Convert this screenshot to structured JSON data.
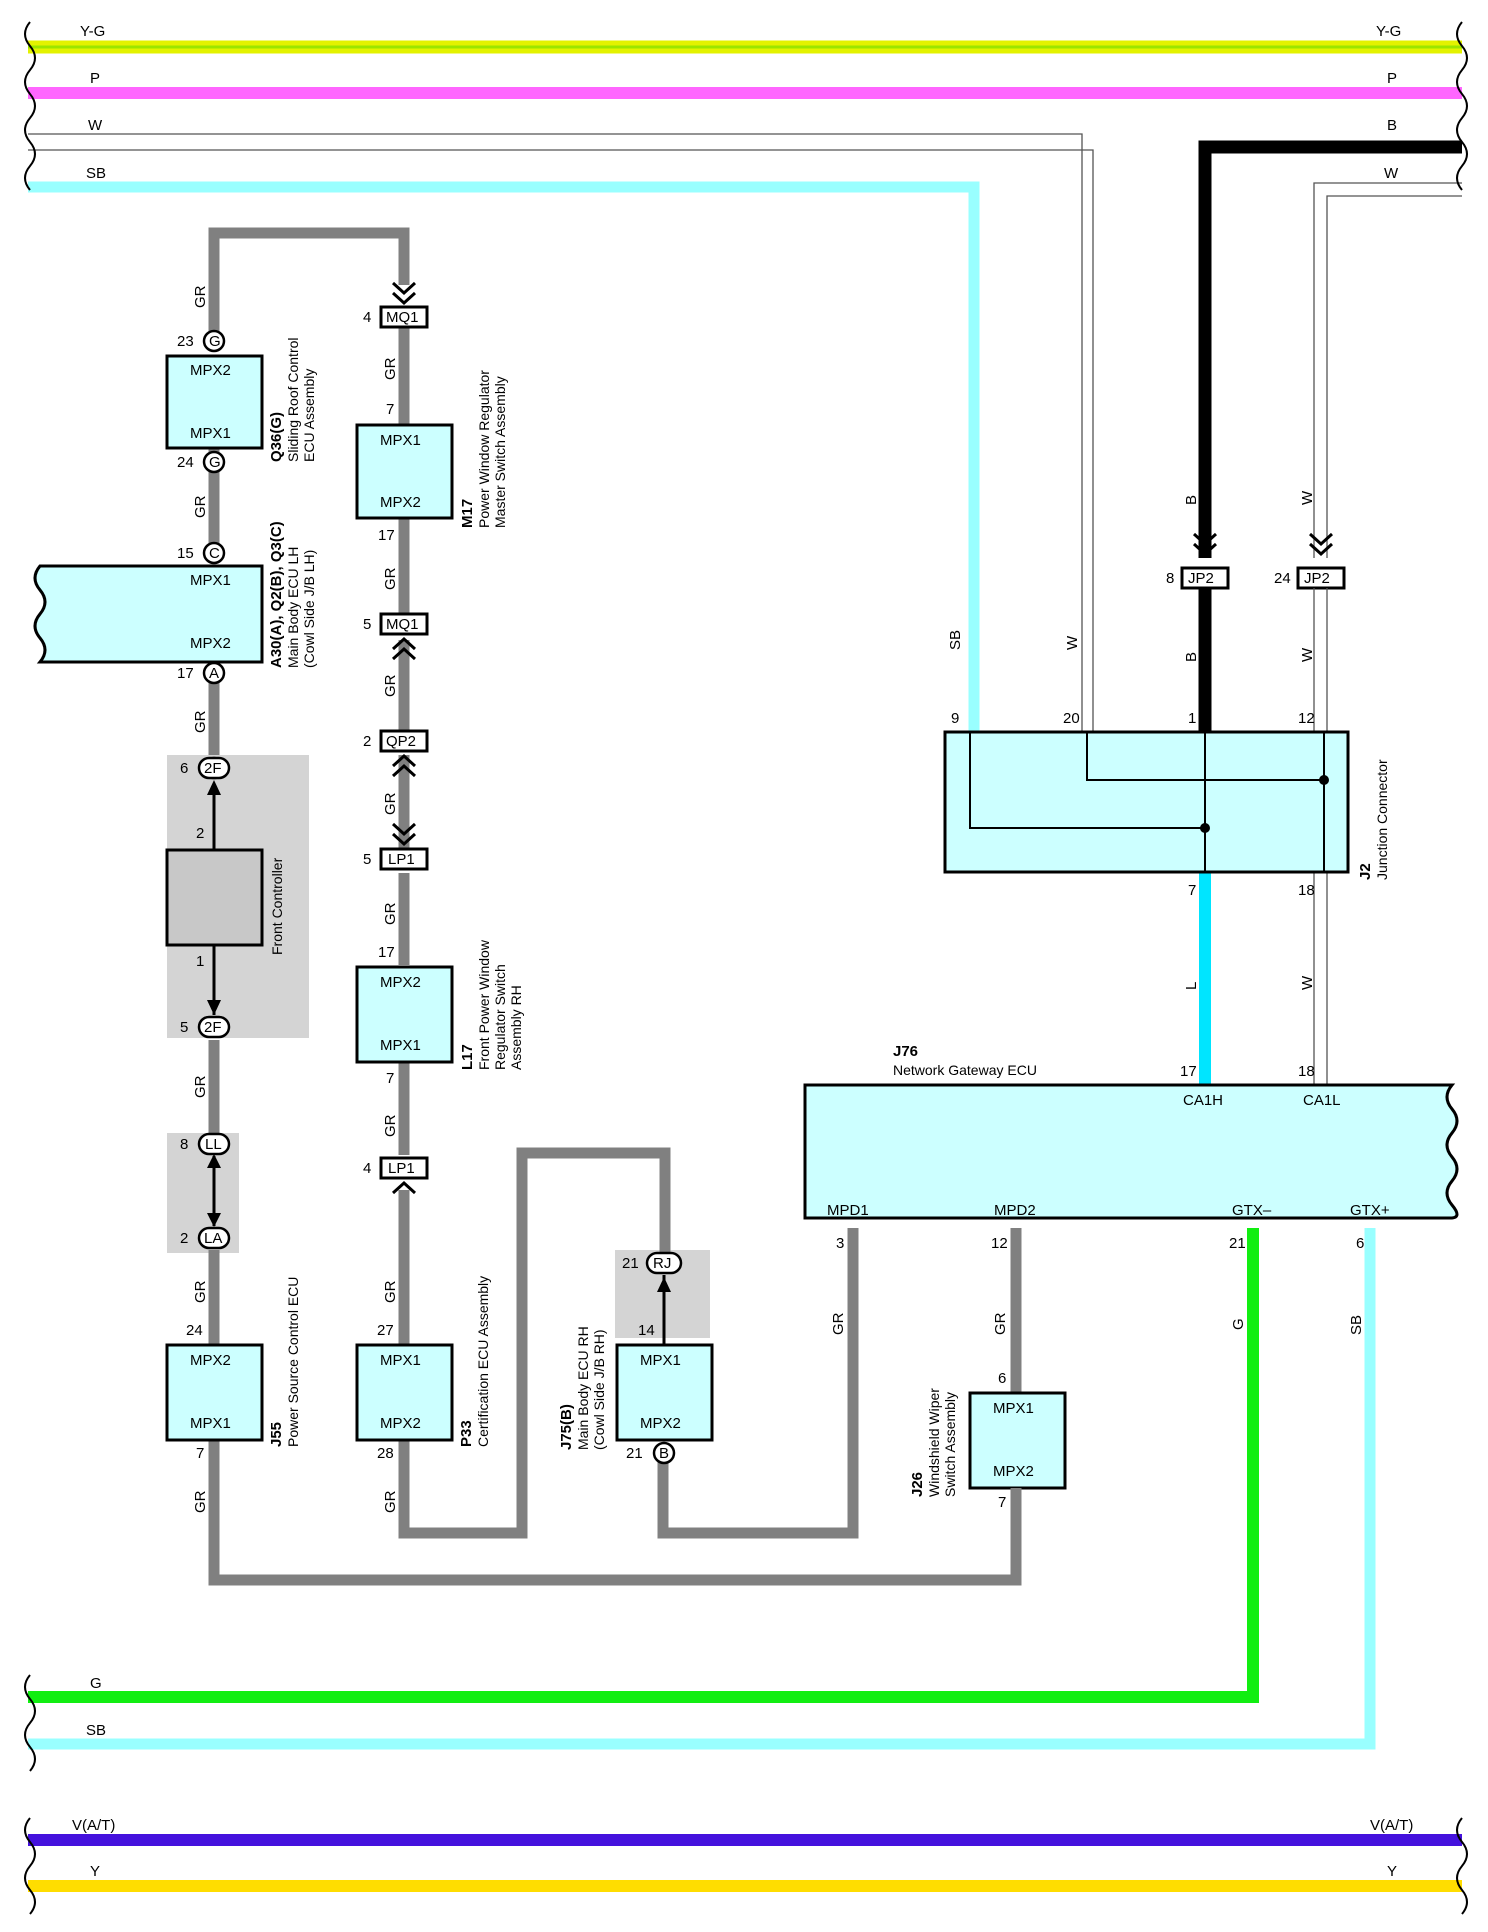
{
  "colors": {
    "Y-G_outer": "#e3f200",
    "Y-G_inner": "#9be500",
    "P": "#ff66ff",
    "W": "#ffffff",
    "SB": "#99ffff",
    "B": "#000000",
    "GR": "#808080",
    "L": "#00e5ff",
    "G": "#11ee11",
    "V": "#4411dd",
    "Y": "#ffdd00",
    "box_fill": "#ccffff",
    "front_controller_fill": "#c8c8c8",
    "shade": "#d4d4d4"
  },
  "bus_labels": {
    "yg": "Y-G",
    "p": "P",
    "w": "W",
    "sb": "SB",
    "b": "B",
    "w_right": "W",
    "g": "G",
    "sb_bottom": "SB",
    "v": "V(A/T)",
    "y": "Y"
  },
  "components": {
    "q36": {
      "code": "Q36(G)",
      "name_1": "Sliding Roof Control",
      "name_2": "ECU Assembly",
      "top_label": "MPX2",
      "bottom_label": "MPX1",
      "pin_top": "23",
      "pin_bottom": "24",
      "conn_top": "G",
      "conn_bottom": "G"
    },
    "a30": {
      "code": "A30(A), Q2(B), Q3(C)",
      "name_1": "Main Body ECU LH",
      "name_2": "(Cowl Side J/B LH)",
      "top_label": "MPX1",
      "bottom_label": "MPX2",
      "pin_top": "15",
      "pin_bottom": "17",
      "conn_top": "C",
      "conn_bottom": "A"
    },
    "front_controller": {
      "name": "Front Controller",
      "pin_top": "2",
      "pin_bottom": "1",
      "conn_top_pin": "6",
      "conn_top": "2F",
      "conn_bottom_pin": "5",
      "conn_bottom": "2F"
    },
    "ll_la": {
      "top_pin": "8",
      "top": "LL",
      "bottom_pin": "2",
      "bottom": "LA"
    },
    "j55": {
      "code": "J55",
      "name": "Power Source Control ECU",
      "top_label": "MPX2",
      "bottom_label": "MPX1",
      "pin_top": "24",
      "pin_bottom": "7"
    },
    "mq1_top": {
      "pin": "4",
      "name": "MQ1"
    },
    "m17": {
      "code": "M17",
      "name_1": "Power Window Regulator",
      "name_2": "Master Switch Assembly",
      "top_label": "MPX1",
      "bottom_label": "MPX2",
      "pin_top": "7",
      "pin_bottom": "17"
    },
    "mq1_bottom": {
      "pin": "5",
      "name": "MQ1"
    },
    "qp2": {
      "pin": "2",
      "name": "QP2"
    },
    "lp1_top": {
      "pin": "5",
      "name": "LP1"
    },
    "l17": {
      "code": "L17",
      "name_1": "Front Power Window",
      "name_2": "Regulator Switch",
      "name_3": "Assembly RH",
      "top_label": "MPX2",
      "bottom_label": "MPX1",
      "pin_top": "17",
      "pin_bottom": "7"
    },
    "lp1_bottom": {
      "pin": "4",
      "name": "LP1"
    },
    "p33": {
      "code": "P33",
      "name": "Certification ECU Assembly",
      "top_label": "MPX1",
      "bottom_label": "MPX2",
      "pin_top": "27",
      "pin_bottom": "28"
    },
    "j75": {
      "code": "J75(B)",
      "name_1": "Main Body ECU RH",
      "name_2": "(Cowl Side J/B RH)",
      "top_label": "MPX1",
      "bottom_label": "MPX2",
      "pin_top": "14",
      "pin_bottom": "21",
      "conn_bottom": "B",
      "rj_pin": "21",
      "rj": "RJ"
    },
    "j26": {
      "code": "J26",
      "name_1": "Windshield Wiper",
      "name_2": "Switch Assembly",
      "top_label": "MPX1",
      "bottom_label": "MPX2",
      "pin_top": "6",
      "pin_bottom": "7"
    },
    "j2": {
      "code": "J2",
      "name": "Junction Connector",
      "pin_9": "9",
      "pin_20": "20",
      "pin_1": "1",
      "pin_12": "12",
      "pin_7": "7",
      "pin_18": "18"
    },
    "jp2_left": {
      "pin": "8",
      "name": "JP2"
    },
    "jp2_right": {
      "pin": "24",
      "name": "JP2"
    },
    "j76": {
      "code": "J76",
      "name": "Network Gateway ECU",
      "ca1h": "CA1H",
      "ca1l": "CA1L",
      "pin_ca1h": "17",
      "pin_ca1l": "18",
      "mpd1": "MPD1",
      "mpd2": "MPD2",
      "gtxm": "GTX–",
      "gtxp": "GTX+",
      "pin_mpd1": "3",
      "pin_mpd2": "12",
      "pin_gtxm": "21",
      "pin_gtxp": "6"
    }
  },
  "wire_labels": {
    "gr": "GR",
    "sb": "SB",
    "w": "W",
    "b": "B",
    "l": "L",
    "g": "G"
  }
}
